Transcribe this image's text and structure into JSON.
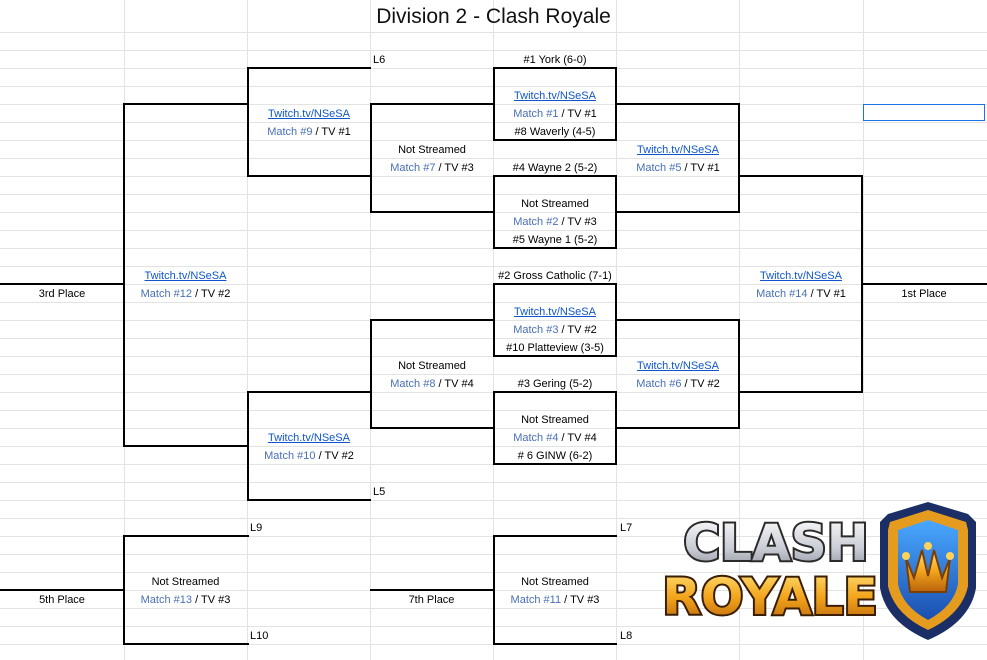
{
  "title": "Division 2 - Clash Royale",
  "stream_link": "Twitch.tv/NSeSA",
  "not_streamed": "Not Streamed",
  "teams": {
    "york": "#1 York  (6-0)",
    "waverly": "#8 Waverly  (4-5)",
    "wayne2": "#4 Wayne 2  (5-2)",
    "wayne1": "#5 Wayne 1  (5-2)",
    "gross": "#2 Gross Catholic  (7-1)",
    "platteview": "#10 Platteview  (3-5)",
    "gering": "#3 Gering (5-2)",
    "ginw": "# 6 GINW  (6-2)"
  },
  "matches": {
    "m1": {
      "match": "Match #1",
      "tv": " / TV #1"
    },
    "m2": {
      "match": "Match #2",
      "tv": " / TV #3"
    },
    "m3": {
      "match": "Match #3",
      "tv": " / TV #2"
    },
    "m4": {
      "match": "Match #4",
      "tv": " / TV #4"
    },
    "m5": {
      "match": "Match #5",
      "tv": " / TV #1"
    },
    "m6": {
      "match": "Match #6",
      "tv": " / TV #2"
    },
    "m7": {
      "match": "Match #7",
      "tv": "  / TV #3"
    },
    "m8": {
      "match": "Match #8",
      "tv": "  / TV #4"
    },
    "m9": {
      "match": "Match #9",
      "tv": " / TV #1"
    },
    "m10": {
      "match": "Match #10",
      "tv": "  / TV #2"
    },
    "m11": {
      "match": "Match #11",
      "tv": " / TV #3"
    },
    "m12": {
      "match": "Match #12",
      "tv": " / TV #2"
    },
    "m13": {
      "match": "Match #13",
      "tv": " / TV #3"
    },
    "m14": {
      "match": "Match #14",
      "tv": " / TV #1"
    }
  },
  "places": {
    "first": "1st Place",
    "third": "3rd Place",
    "fifth": "5th Place",
    "seventh": "7th Place"
  },
  "feeds": {
    "l5": "L5",
    "l6": "L6",
    "l7": "L7",
    "l8": "L8",
    "l9": "L9",
    "l10": "L10"
  },
  "logo": {
    "line1": "CLASH",
    "line2": "ROYALE"
  }
}
